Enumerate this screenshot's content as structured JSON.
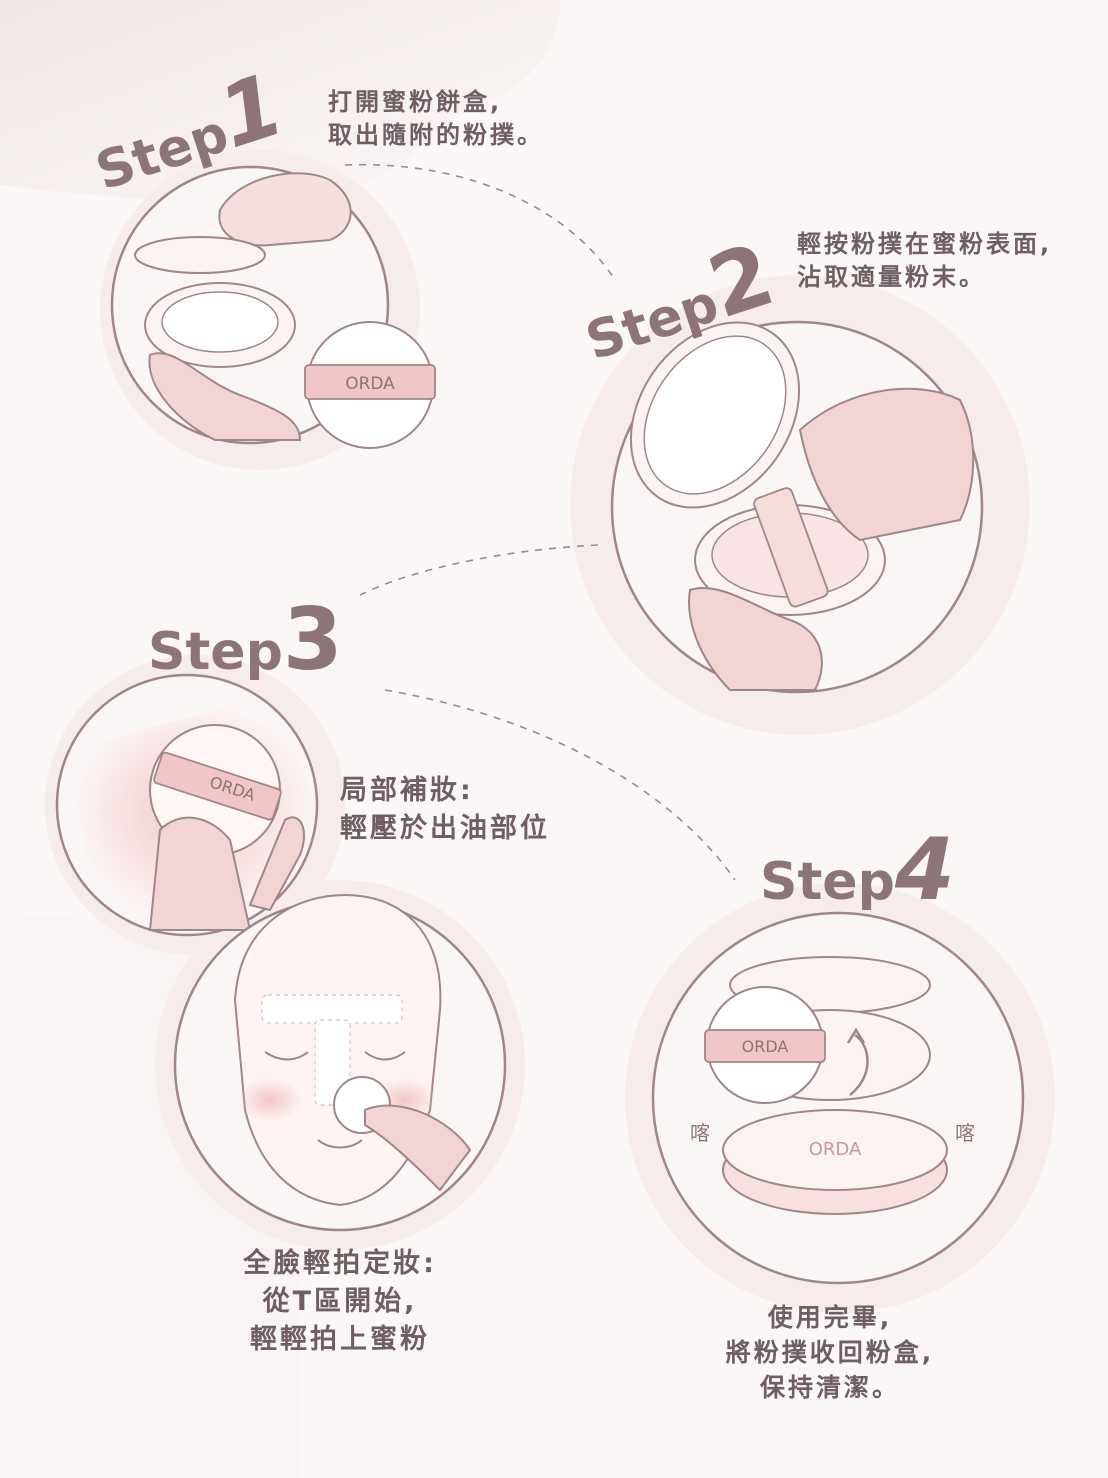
{
  "steps": [
    {
      "word": "Step",
      "num": "1",
      "text": "打開蜜粉餅盒,\n取出隨附的粉撲。"
    },
    {
      "word": "Step",
      "num": "2",
      "text": "輕按粉撲在蜜粉表面,\n沾取適量粉末。"
    },
    {
      "word": "Step",
      "num": "3",
      "text": "局部補妝:\n輕壓於出油部位",
      "text2": "全臉輕拍定妝:\n從T區開始,\n輕輕拍上蜜粉"
    },
    {
      "word": "Step",
      "num": "4",
      "text": "使用完畢,\n將粉撲收回粉盒,\n保持清潔。"
    }
  ],
  "brand": "ORDA",
  "sound": "喀",
  "colors": {
    "text": "#6f5f62",
    "step": "#8d7479",
    "line": "#9a8a8e",
    "pink": "#e9b8b9",
    "circle": "#f3e5e5"
  }
}
